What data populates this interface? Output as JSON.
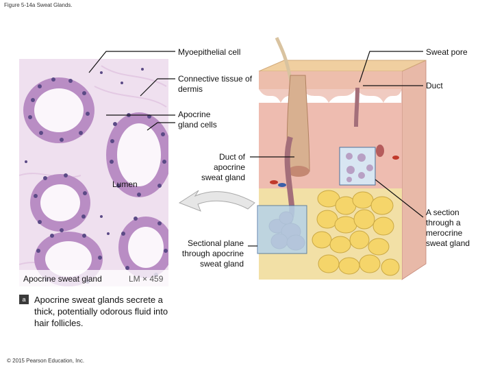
{
  "figure_title": "Figure 5-14a Sweat Glands.",
  "labels": {
    "myoepithelial": "Myoepithelial cell",
    "connective": "Connective tissue of dermis",
    "apocrine_cells": "Apocrine gland cells",
    "duct_apocrine": "Duct of apocrine sweat gland",
    "lumen": "Lumen",
    "sectional_plane": "Sectional plane through apocrine sweat gland",
    "sweat_pore": "Sweat pore",
    "duct": "Duct",
    "merocrine": "A section through a merocrine sweat gland"
  },
  "micrograph": {
    "name": "Apocrine sweat gland",
    "magnification": "LM × 459"
  },
  "panel": {
    "letter": "a",
    "caption": "Apocrine sweat glands secrete a thick, potentially odorous fluid into hair follicles."
  },
  "copyright": "© 2015 Pearson Education, Inc."
}
